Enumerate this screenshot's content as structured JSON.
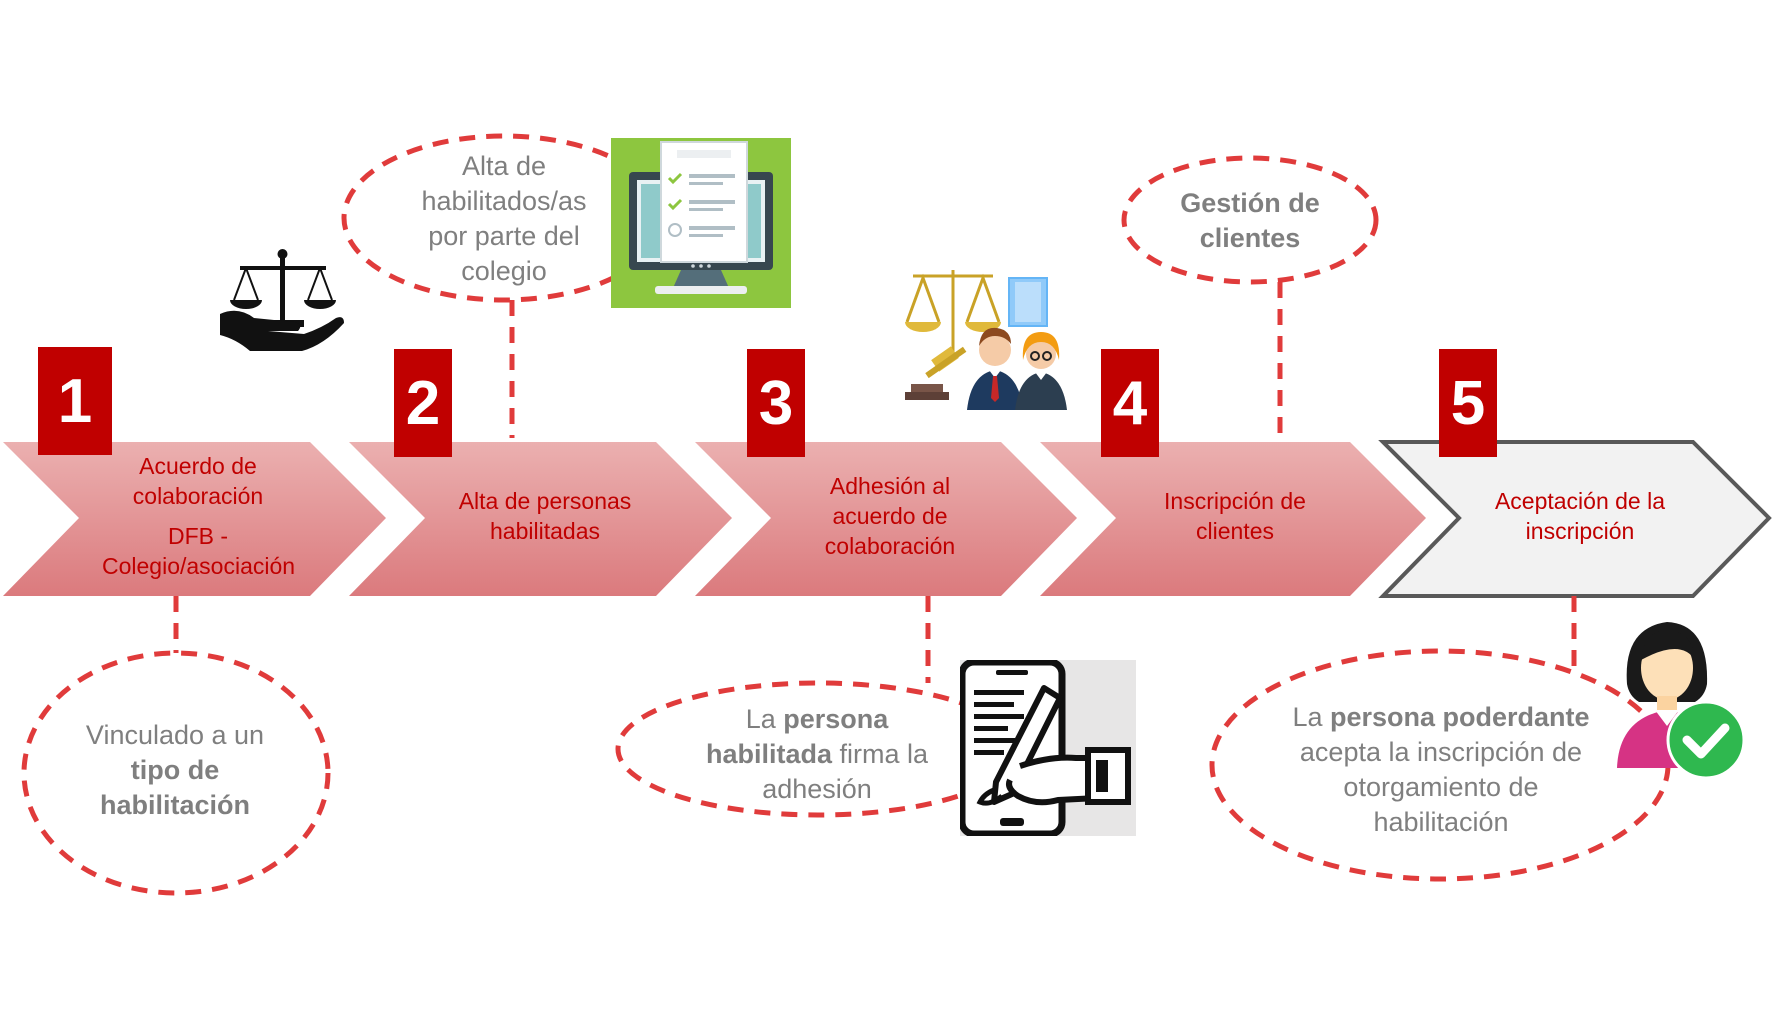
{
  "colors": {
    "accent": "#c00000",
    "chevron_top": "#ebb0b0",
    "chevron_bottom": "#db7a7d",
    "chevron_last_fill": "#f2f2f2",
    "chevron_last_stroke": "#595959",
    "dash": "#e03b3b",
    "note_text": "#7f7f7f"
  },
  "steps": [
    {
      "number": "1",
      "label_line1": "Acuerdo de colaboración",
      "label_line2": "DFB - Colegio/asociación"
    },
    {
      "number": "2",
      "label": "Alta de personas habilitadas"
    },
    {
      "number": "3",
      "label": "Adhesión al acuerdo de colaboración"
    },
    {
      "number": "4",
      "label": "Inscripción de clientes"
    },
    {
      "number": "5",
      "label": "Aceptación de la inscripción"
    }
  ],
  "notes": {
    "n1": {
      "t1": "Vinculado a un ",
      "b1": "tipo de habilitación"
    },
    "n2": {
      "text": "Alta de habilitados/as por parte del colegio"
    },
    "n3": {
      "t1": "La ",
      "b1": "persona habilitada",
      "t2": " firma la adhesión"
    },
    "n4": {
      "b1": "Gestión de clientes"
    },
    "n5": {
      "t1": "La ",
      "b1": "persona poderdante",
      "t2": " acepta la inscripción de otorgamiento de habilitación"
    }
  },
  "icons": {
    "step1": "scales-hand-icon",
    "step2": "computer-checklist-icon",
    "step3": "lawyers-justice-icon",
    "step3_note": "mobile-signature-icon",
    "step5_note": "woman-check-icon"
  }
}
